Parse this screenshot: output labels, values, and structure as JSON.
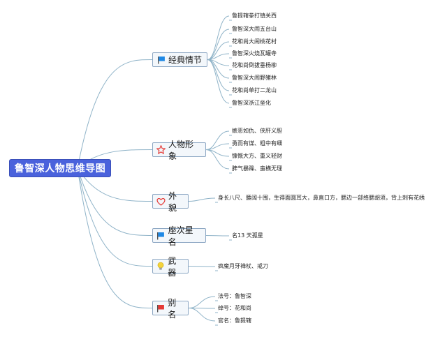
{
  "root": {
    "title": "鲁智深人物思维导图"
  },
  "branches": [
    {
      "id": "classic",
      "label": "经典情节",
      "icon": "blue-flag-icon",
      "items": [
        "鲁提辖拳打镇关西",
        "鲁智深大闹五台山",
        "花和尚大闹桃花村",
        "鲁智深火烧瓦罐寺",
        "花和尚倒拔垂杨柳",
        "鲁智深大闹野猪林",
        "花和尚单打二龙山",
        "鲁智深浙江坐化"
      ]
    },
    {
      "id": "image",
      "label": "人物形象",
      "icon": "red-star-icon",
      "items": [
        "嫉恶如仇、侠肝义胆",
        "勇而有谋、粗中有细",
        "慷慨大方、重义轻财",
        "脾气暴躁、蛮横无理"
      ]
    },
    {
      "id": "look",
      "label": "外貌",
      "icon": "red-heart-icon",
      "items": [
        "身长八尺、腰阔十围，生得面圆耳大，鼻直口方，腮边一部络腮胡须，背上刺有花绣"
      ]
    },
    {
      "id": "star",
      "label": "座次星名",
      "icon": "blue-flag-icon",
      "items": [
        "名13 天孤星"
      ]
    },
    {
      "id": "weapon",
      "label": "武器",
      "icon": "lightbulb-icon",
      "items": [
        "疯魔月牙禅杖、戒刀"
      ]
    },
    {
      "id": "alias",
      "label": "别名",
      "icon": "red-flag-icon",
      "items": [
        "法号：鲁智深",
        "绰号：花和尚",
        "官名：鲁提辖"
      ]
    }
  ],
  "colors": {
    "root_fill": "#4a62dc",
    "connector": "#8fb3c8",
    "topic_border": "#8ea8c4",
    "blue_flag": "#1e88e5",
    "red": "#e53935",
    "bulb": "#f5d33b"
  }
}
